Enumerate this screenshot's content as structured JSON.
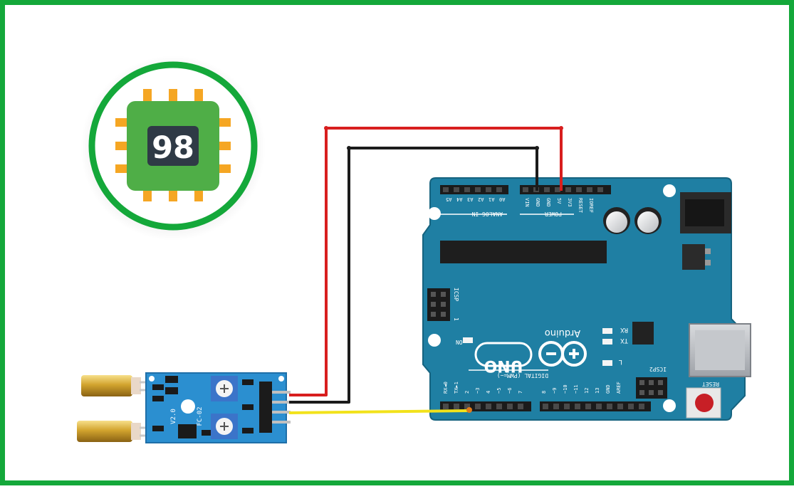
{
  "logo": {
    "number": "98"
  },
  "arduino": {
    "brand": "Arduino",
    "model": "UNO",
    "analog_header_label": "ANALOG IN",
    "power_header_label": "POWER",
    "digital_header_label": "DIGITAL (PWM=~)",
    "icsp_label": "ICSP",
    "icsp2_label": "ICSP2",
    "icsp_pin1": "1",
    "on_label": "ON",
    "rx_label": "RX",
    "tx_label": "TX",
    "l_label": "L",
    "reset_label": "RESET",
    "analog_pins": [
      "A5",
      "A4",
      "A3",
      "A2",
      "A1",
      "A0"
    ],
    "power_pins": [
      "VIN",
      "GND",
      "GND",
      "5V",
      "3V3",
      "RESET",
      "IOREF"
    ],
    "digital_pins_low": [
      "RX◄0",
      "TX►1",
      "2",
      "~3",
      "4",
      "~5",
      "~6",
      "7"
    ],
    "digital_pins_high": [
      "8",
      "~9",
      "~10",
      "~11",
      "12",
      "13",
      "GND",
      "AREF"
    ]
  },
  "sensor": {
    "model_label": "FC-02",
    "version_label": "V2.0"
  },
  "wires": [
    {
      "name": "5V power wire",
      "color": "#d81e1e",
      "from": "sensor VCC",
      "to": "5V"
    },
    {
      "name": "ground wire",
      "color": "#1b1b1b",
      "from": "sensor GND",
      "to": "GND"
    },
    {
      "name": "signal wire",
      "color": "#f2e21b",
      "from": "sensor OUT",
      "to": "2"
    }
  ],
  "colors": {
    "frame": "#14a83a",
    "board": "#1f7fa3",
    "logo_chip": "#4fae47",
    "logo_pins": "#f5a623"
  }
}
